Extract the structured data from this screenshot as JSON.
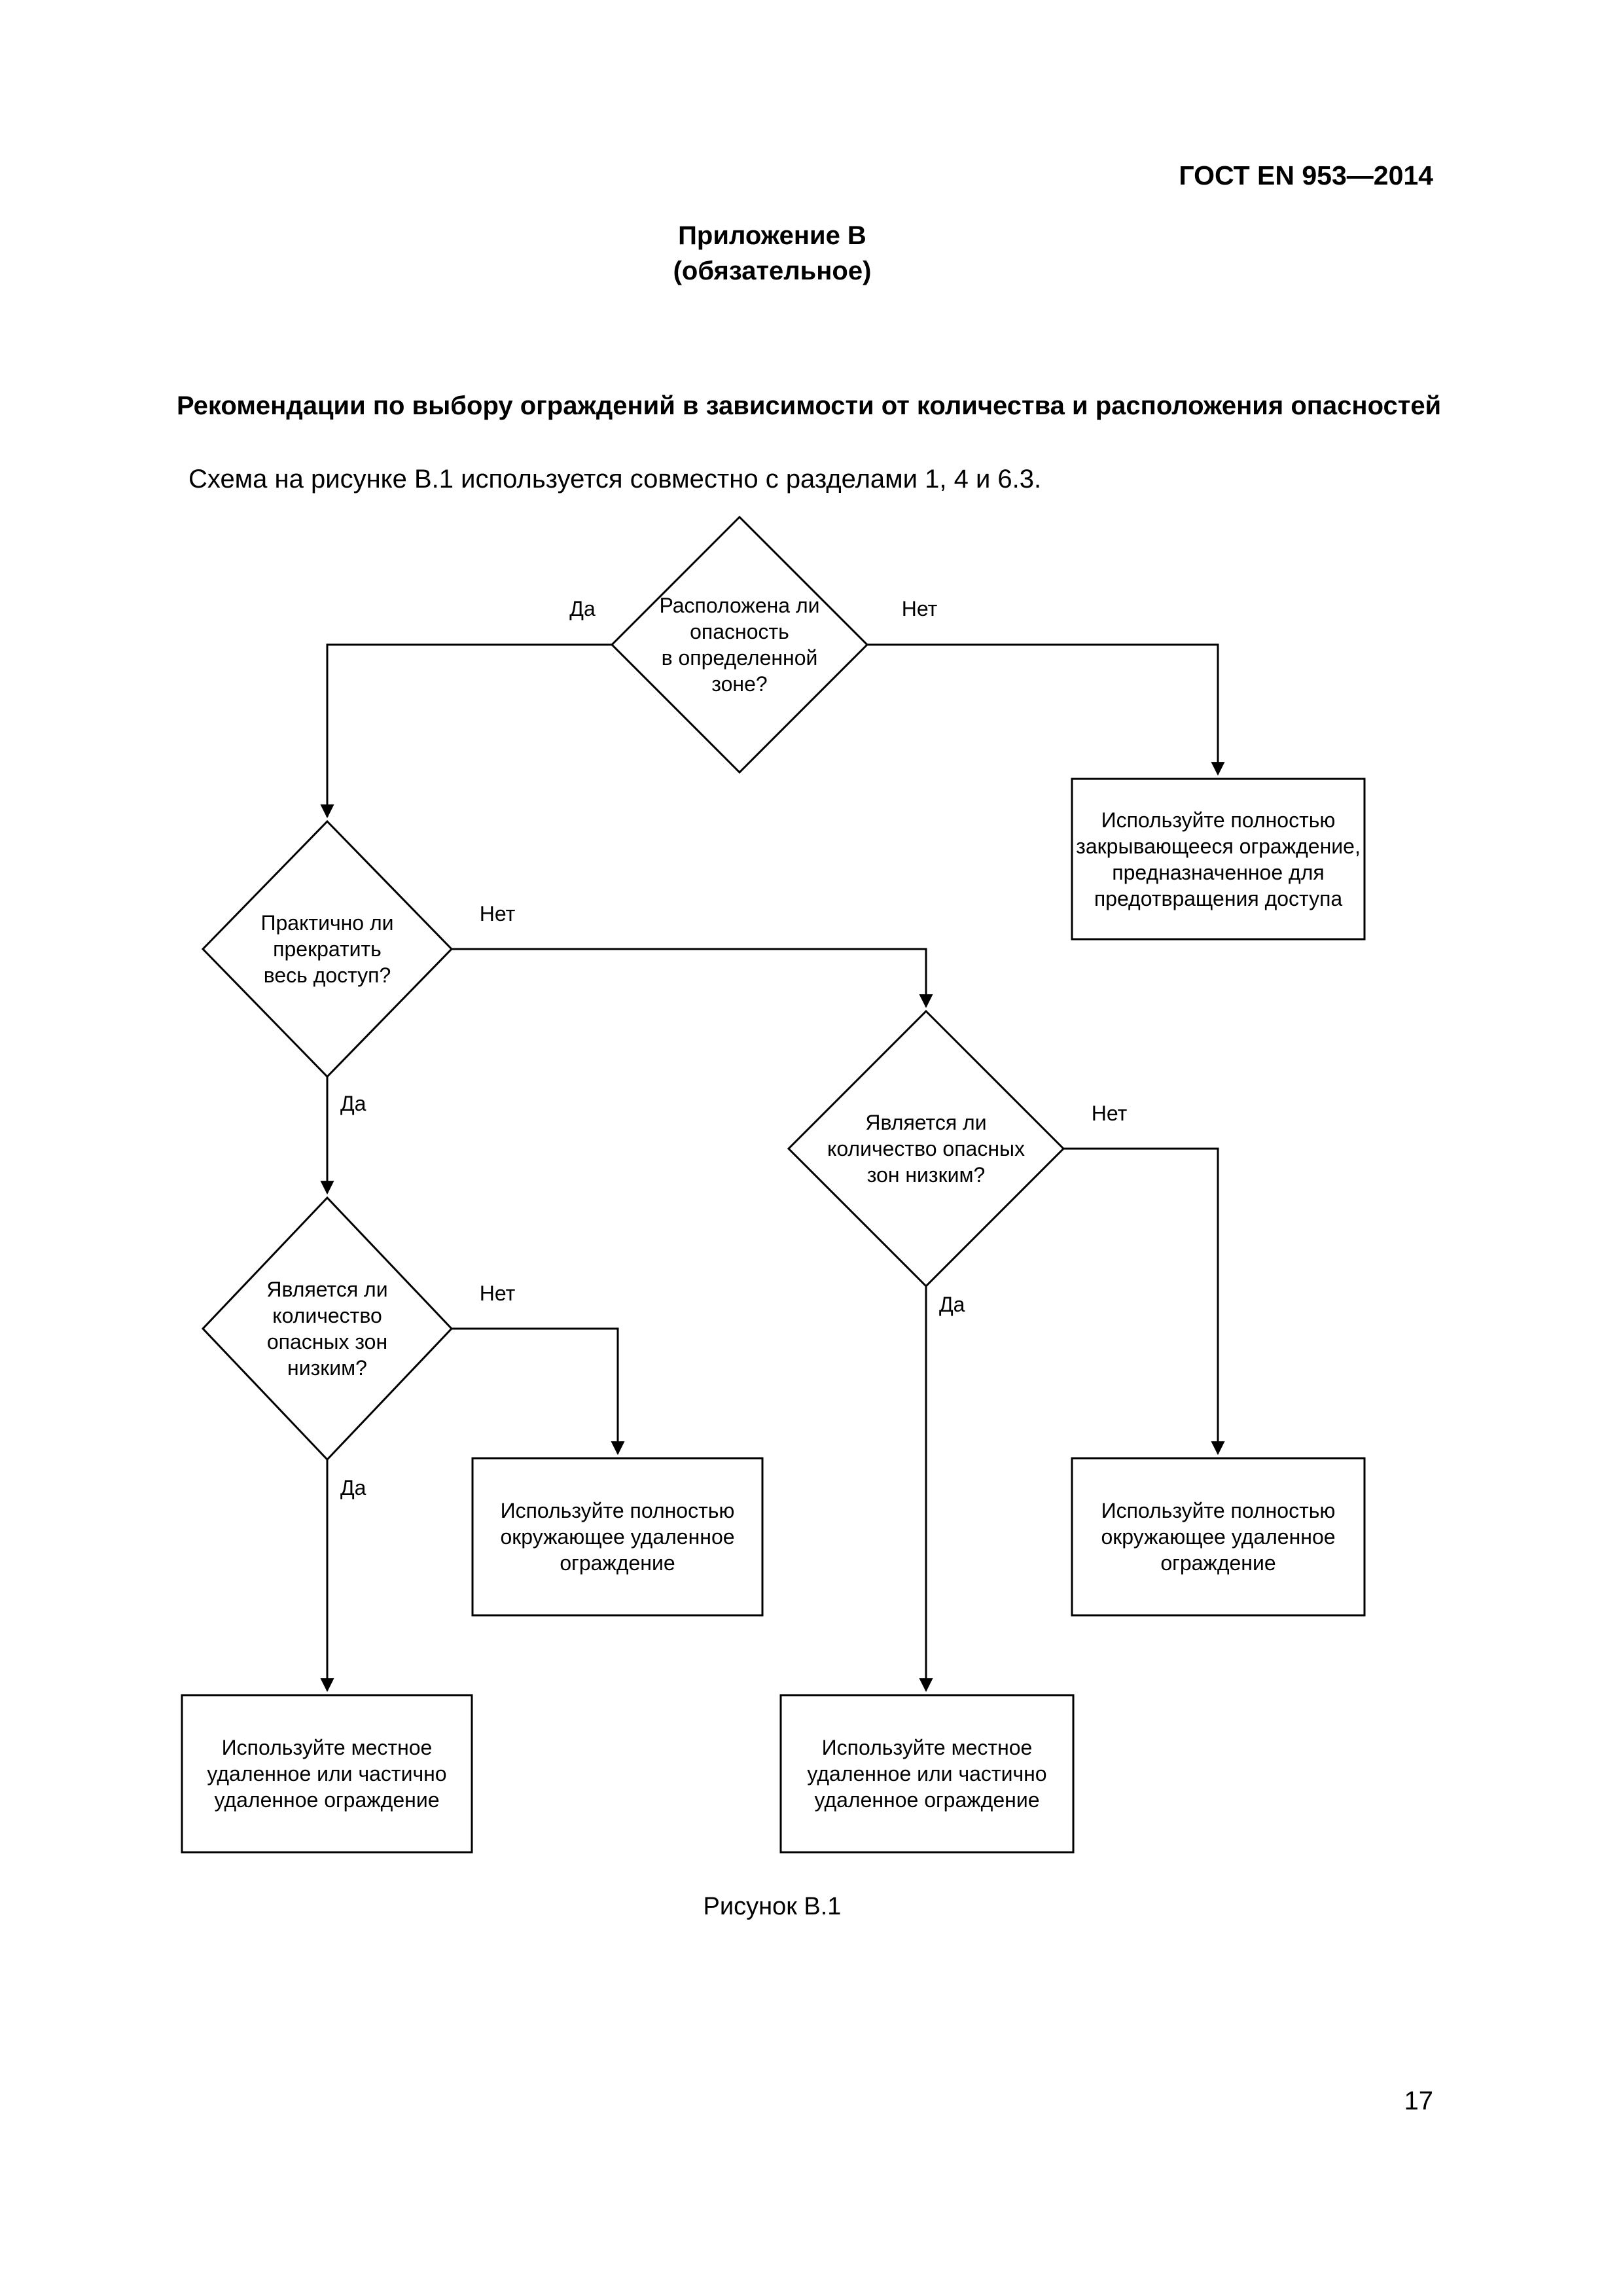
{
  "document": {
    "header": "ГОСТ EN 953—2014",
    "appendix_title": "Приложение В",
    "appendix_type": "(обязательное)",
    "section_heading": "Рекомендации по выбору ограждений в зависимости от количества и расположения опасностей",
    "intro_text": "Схема на рисунке В.1 используется совместно с разделами 1, 4 и 6.3.",
    "figure_caption": "Рисунок В.1",
    "page_number": "17"
  },
  "flowchart": {
    "nodes": {
      "d1": {
        "type": "decision",
        "text": "Расположена ли\nопасность\nв определенной\nзоне?"
      },
      "d2": {
        "type": "decision",
        "text": "Практично ли\nпрекратить\nвесь доступ?"
      },
      "d3": {
        "type": "decision",
        "text": "Является ли\nколичество\nопасных зон\nнизким?"
      },
      "d4": {
        "type": "decision",
        "text": "Является ли\nколичество опасных\nзон низким?"
      },
      "b1": {
        "type": "action",
        "text": "Используйте полностью\nзакрывающееся ограждение,\nпредназначенное для\nпредотвращения доступа"
      },
      "b2": {
        "type": "action",
        "text": "Используйте полностью\nокружающее удаленное\nограждение"
      },
      "b3": {
        "type": "action",
        "text": "Используйте полностью\nокружающее удаленное\nограждение"
      },
      "b4": {
        "type": "action",
        "text": "Используйте местное\nудаленное или частично\nудаленное ограждение"
      },
      "b5": {
        "type": "action",
        "text": "Используйте местное\nудаленное или частично\nудаленное ограждение"
      }
    },
    "edges": [
      {
        "from": "d1",
        "to": "d2",
        "label": "Да"
      },
      {
        "from": "d1",
        "to": "b1",
        "label": "Нет"
      },
      {
        "from": "d2",
        "to": "d4",
        "label": "Нет"
      },
      {
        "from": "d2",
        "to": "d3",
        "label": "Да"
      },
      {
        "from": "d3",
        "to": "b2",
        "label": "Нет"
      },
      {
        "from": "d3",
        "to": "b4",
        "label": "Да"
      },
      {
        "from": "d4",
        "to": "b3",
        "label": "Нет"
      },
      {
        "from": "d4",
        "to": "b5",
        "label": "Да"
      }
    ]
  },
  "colors": {
    "ink": "#000000",
    "paper": "#ffffff"
  }
}
